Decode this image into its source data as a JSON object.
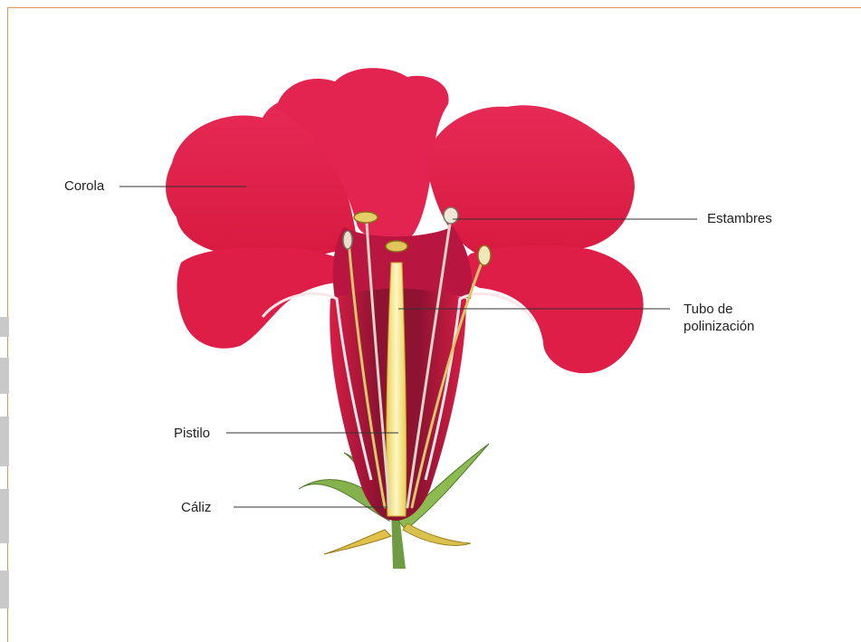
{
  "labels": {
    "corola": "Corola",
    "estambres": "Estambres",
    "tubo_line1": "Tubo de",
    "tubo_line2": "polinización",
    "pistilo": "Pistilo",
    "caliz": "Cáliz"
  },
  "colors": {
    "frame_border": "#e8935a",
    "petal": "#e01f48",
    "petal_dark": "#9c1536",
    "sepal": "#7fae4a",
    "leader_line": "#333333"
  }
}
